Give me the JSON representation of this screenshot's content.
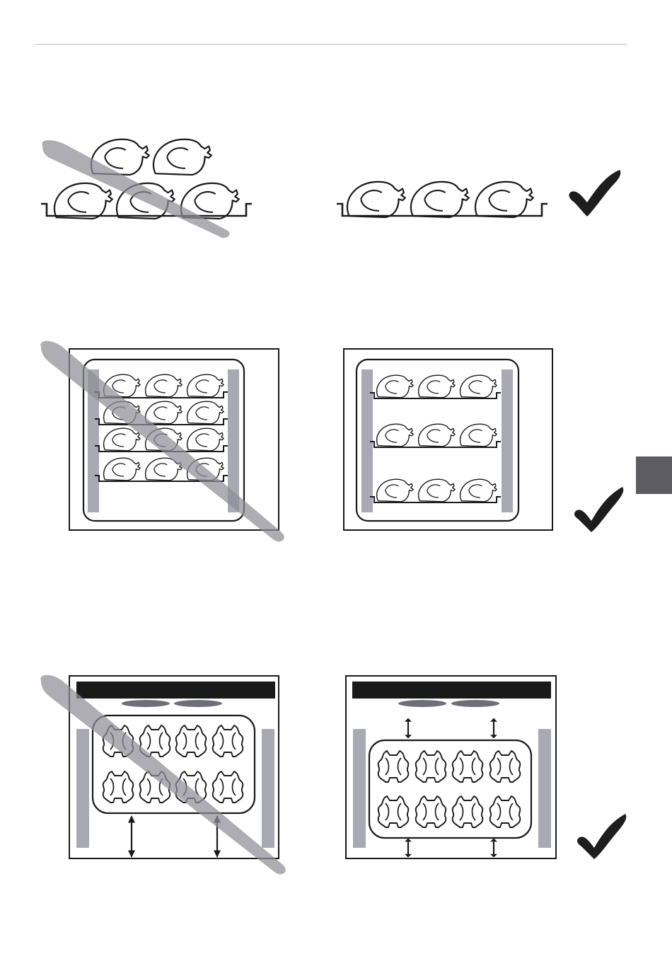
{
  "page": {
    "colors": {
      "line": "#1a1a1a",
      "strike": "#8e8e96",
      "rack_rail": "#a9a9b4",
      "check": "#1d1d1d",
      "side_tab": "#5c5c62",
      "lamp": "#6e6e78"
    },
    "icons": {
      "wrong_marker": "strike-through-icon",
      "correct_marker": "checkmark-icon",
      "food_item": "roast-chicken-icon",
      "spacing": "double-arrow-icon"
    }
  },
  "rows": [
    {
      "id": "tray-stacking",
      "wrong": "stacked-chickens",
      "right": "single-layer-chickens"
    },
    {
      "id": "shelf-spacing",
      "wrong": "four-crowded-shelves",
      "right": "three-spaced-shelves"
    },
    {
      "id": "tray-position",
      "wrong": "tray-near-top",
      "right": "tray-centered"
    }
  ]
}
